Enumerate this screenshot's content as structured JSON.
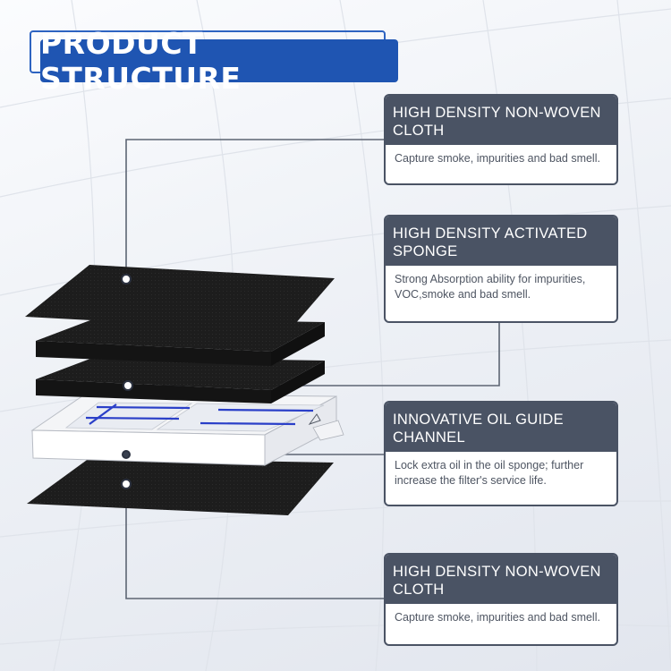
{
  "title": "PRODUCT STRUCTURE",
  "colors": {
    "title_bg": "#1f55b2",
    "card_header": "#4a5364",
    "layer_black": "#1c1c1c",
    "channel_blue": "#2a3fc8"
  },
  "layers": [
    {
      "heading": "HIGH DENSITY NON-WOVEN CLOTH",
      "description": "Capture smoke, impurities and bad smell."
    },
    {
      "heading": "HIGH DENSITY ACTIVATED SPONGE",
      "description": "Strong Absorption ability for impurities, VOC,smoke and bad smell."
    },
    {
      "heading": "INNOVATIVE OIL GUIDE CHANNEL",
      "description": "Lock extra oil in the oil sponge; further increase the filter's service life."
    },
    {
      "heading": "HIGH DENSITY NON-WOVEN CLOTH",
      "description": "Capture smoke, impurities and bad smell."
    }
  ]
}
